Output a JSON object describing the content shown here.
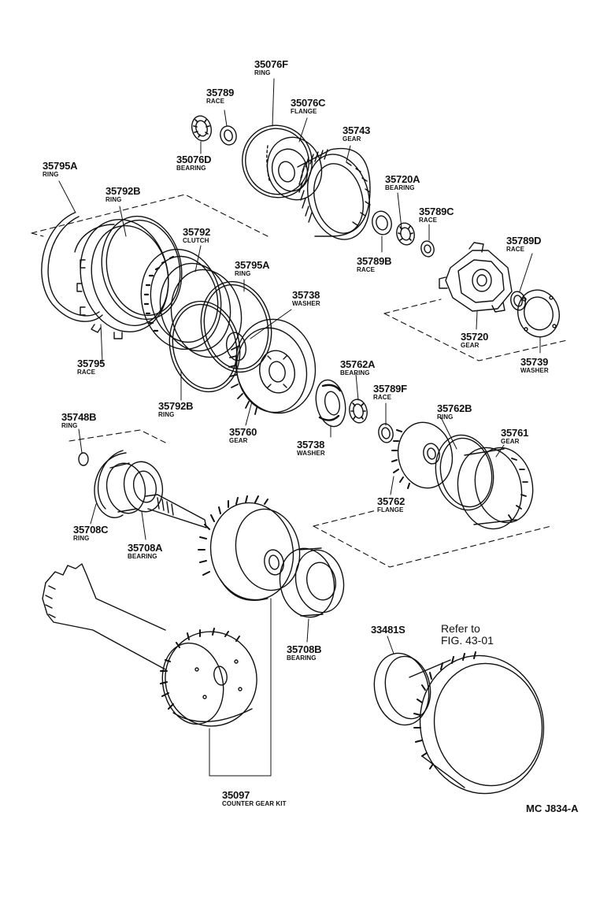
{
  "parts": [
    {
      "id": "p35076F",
      "number": "35076F",
      "name": "RING"
    },
    {
      "id": "p35789",
      "number": "35789",
      "name": "RACE"
    },
    {
      "id": "p35076C",
      "number": "35076C",
      "name": "FLANGE"
    },
    {
      "id": "p35743",
      "number": "35743",
      "name": "GEAR"
    },
    {
      "id": "p35076D",
      "number": "35076D",
      "name": "BEARING"
    },
    {
      "id": "p35795A_top",
      "number": "35795A",
      "name": "RING"
    },
    {
      "id": "p35792B_top",
      "number": "35792B",
      "name": "RING"
    },
    {
      "id": "p35720A",
      "number": "35720A",
      "name": "BEARING"
    },
    {
      "id": "p35789C",
      "number": "35789C",
      "name": "RACE"
    },
    {
      "id": "p35792",
      "number": "35792",
      "name": "CLUTCH"
    },
    {
      "id": "p35789D",
      "number": "35789D",
      "name": "RACE"
    },
    {
      "id": "p35795A_mid",
      "number": "35795A",
      "name": "RING"
    },
    {
      "id": "p35789B",
      "number": "35789B",
      "name": "RACE"
    },
    {
      "id": "p35738_top",
      "number": "35738",
      "name": "WASHER"
    },
    {
      "id": "p35720",
      "number": "35720",
      "name": "GEAR"
    },
    {
      "id": "p35795",
      "number": "35795",
      "name": "RACE"
    },
    {
      "id": "p35739",
      "number": "35739",
      "name": "WASHER"
    },
    {
      "id": "p35762A",
      "number": "35762A",
      "name": "BEARING"
    },
    {
      "id": "p35789F",
      "number": "35789F",
      "name": "RACE"
    },
    {
      "id": "p35792B_bot",
      "number": "35792B",
      "name": "RING"
    },
    {
      "id": "p35762B",
      "number": "35762B",
      "name": "RING"
    },
    {
      "id": "p35748B",
      "number": "35748B",
      "name": "RING"
    },
    {
      "id": "p35760",
      "number": "35760",
      "name": "GEAR"
    },
    {
      "id": "p35761",
      "number": "35761",
      "name": "GEAR"
    },
    {
      "id": "p35738_bot",
      "number": "35738",
      "name": "WASHER"
    },
    {
      "id": "p35762",
      "number": "35762",
      "name": "FLANGE"
    },
    {
      "id": "p35708C",
      "number": "35708C",
      "name": "RING"
    },
    {
      "id": "p35708A",
      "number": "35708A",
      "name": "BEARING"
    },
    {
      "id": "p35708B",
      "number": "35708B",
      "name": "BEARING"
    },
    {
      "id": "p35097",
      "number": "35097",
      "name": "COUNTER GEAR KIT"
    },
    {
      "id": "p33481S",
      "number": "33481S",
      "name": ""
    }
  ],
  "refer_note": [
    "Refer to",
    "FIG. 43-01"
  ],
  "diagram_code": "MC J834-A",
  "colors": {
    "ink": "#111111",
    "paper": "#ffffff"
  }
}
